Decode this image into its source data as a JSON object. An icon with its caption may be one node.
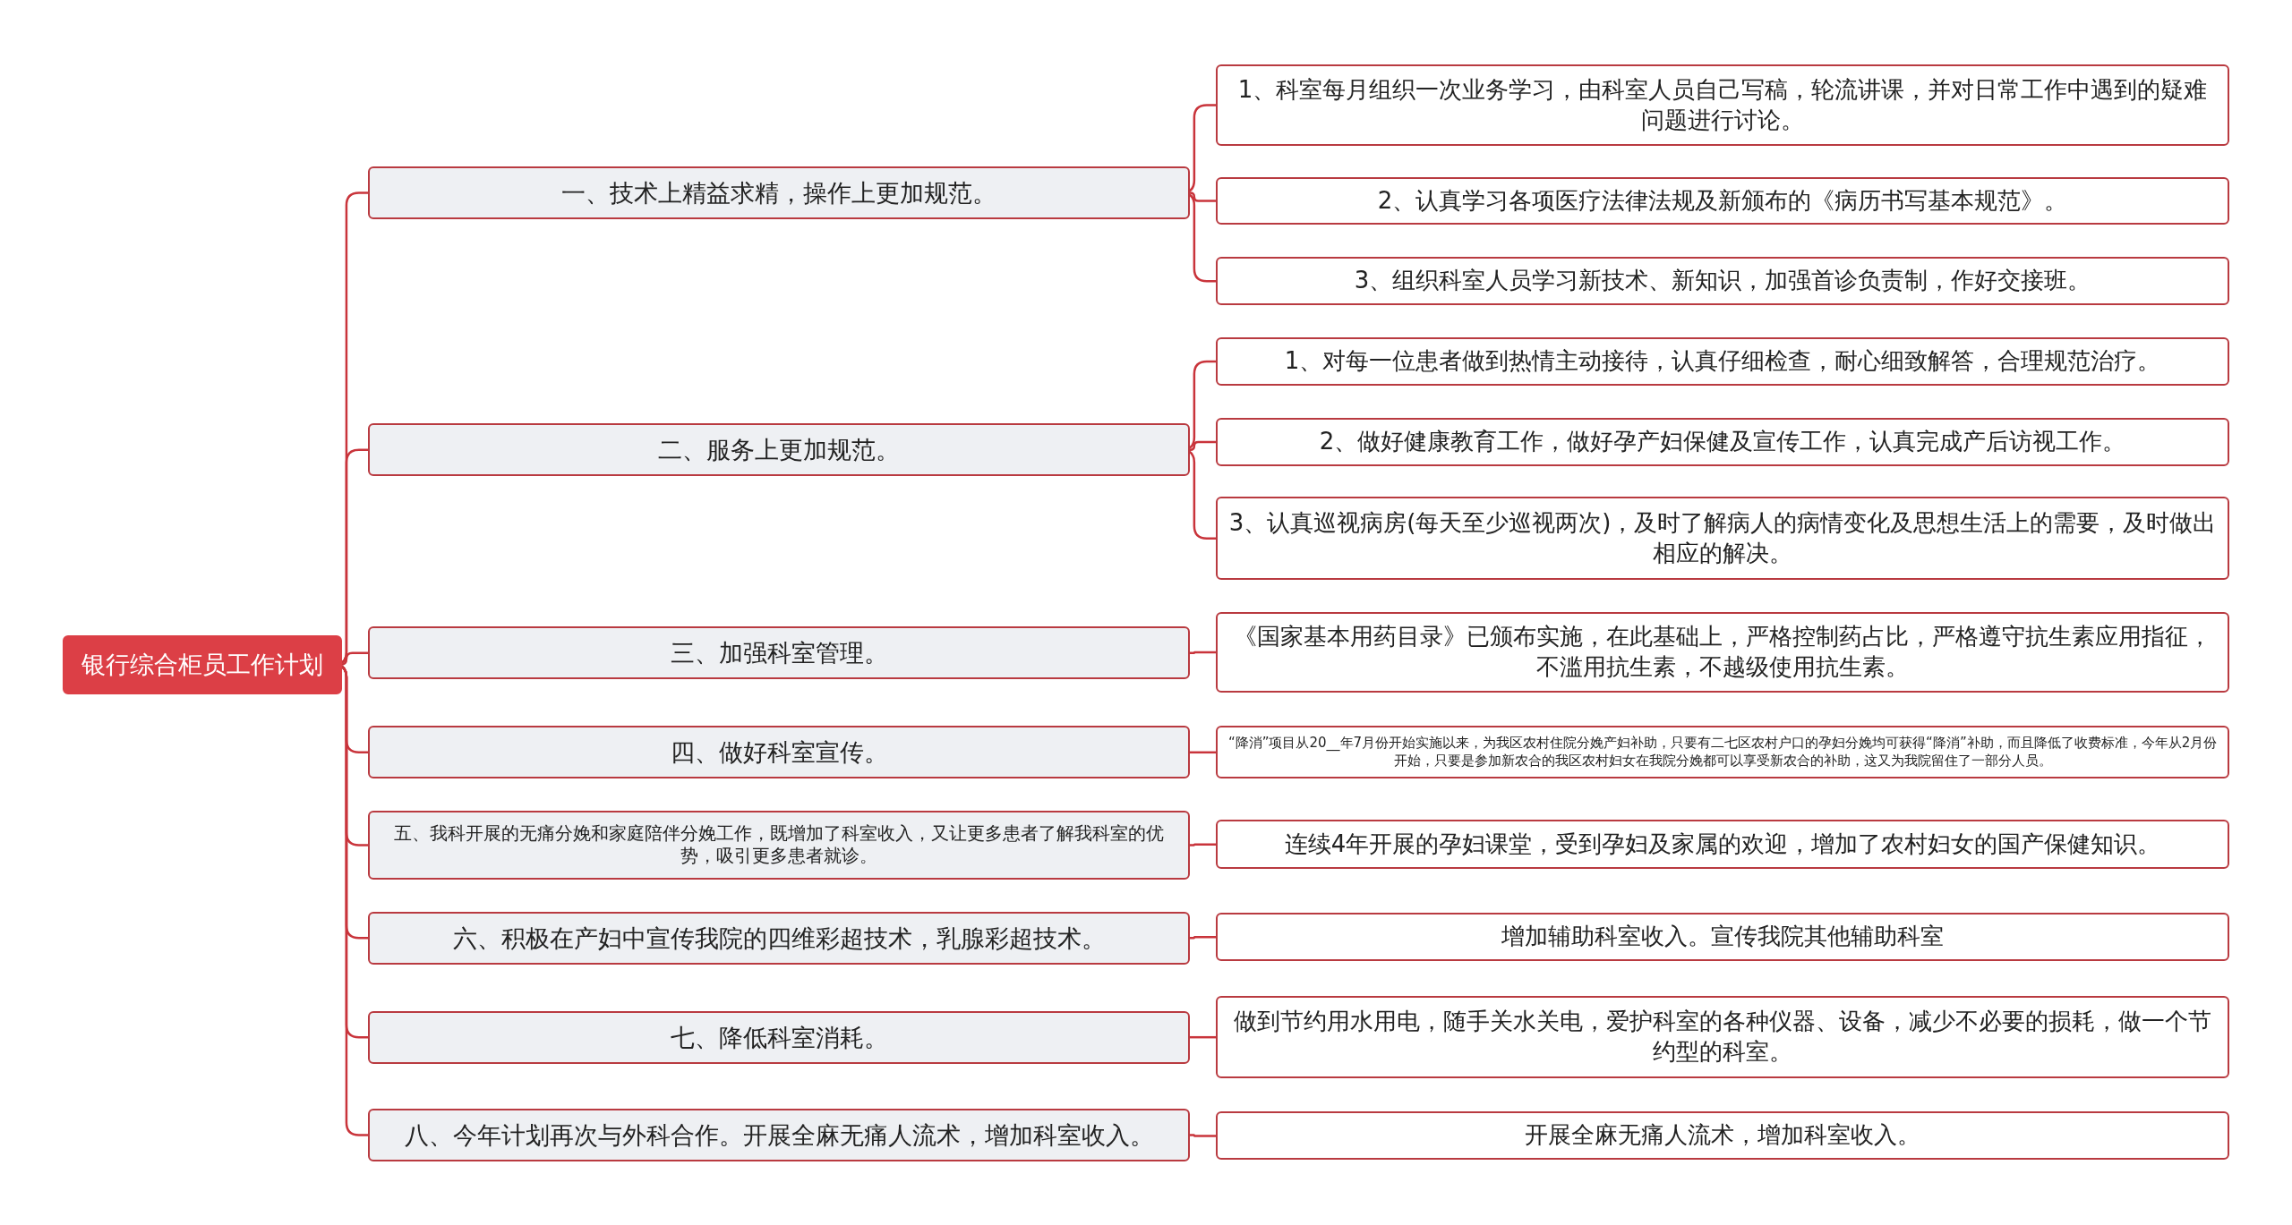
{
  "diagram": {
    "nodes": [
      {
        "text": [
          "银行综合柜员工作计划"
        ]
      },
      {
        "text": [
          "一、技术上精益求精，操作上更加规范。"
        ]
      },
      {
        "text": [
          "1、科室每月组织一次业务学习，由科室人员自己写稿，轮流讲课，并对日常工作中遇到的疑难问题进行讨论。"
        ]
      },
      {
        "text": [
          "2、认真学习各项医疗法律法规及新颁布的《病历书写基本规范》。"
        ]
      },
      {
        "text": [
          "3、组织科室人员学习新技术、新知识，加强首诊负责制，作好交接班。"
        ]
      },
      {
        "text": [
          "二、服务上更加规范。"
        ]
      },
      {
        "text": [
          "1、对每一位患者做到热情主动接待，认真仔细检查，耐心细致解答，合理规范治疗。"
        ]
      },
      {
        "text": [
          "2、做好健康教育工作，做好孕产妇保健及宣传工作，认真完成产后访视工作。"
        ]
      },
      {
        "text": [
          "3、认真巡视病房(每天至少巡视两次)，及时了解病人的病情变化及思想生活上的需要，及时做出相应的解决。"
        ]
      },
      {
        "text": [
          "三、加强科室管理。"
        ]
      },
      {
        "text": [
          "《国家基本用药目录》已颁布实施，在此基础上，严格控制药占比，严格遵守抗生素应用指征，不滥用抗生素，不越级使用抗生素。"
        ]
      },
      {
        "text": [
          "四、做好科室宣传。"
        ]
      },
      {
        "text": [
          "“降消”项目从20__年7月份开始实施以来，为我区农村住院分娩产妇补助，只要有二七区农村户口的孕妇分娩均可获得“降消”补助，而且降低了收费标准，今年从2月份开始，只要是参加新农合的我区农村妇女在我院分娩都可以享受新农合的补助，这又为我院留住了一部分人员。"
        ]
      },
      {
        "text": [
          "五、我科开展的无痛分娩和家庭陪伴分娩工作，既增加了科室收入，又让更多患者了解我科室的优势，吸引更多患者就诊。"
        ]
      },
      {
        "text": [
          "连续4年开展的孕妇课堂，受到孕妇及家属的欢迎，增加了农村妇女的国产保健知识。"
        ]
      },
      {
        "text": [
          "六、积极在产妇中宣传我院的四维彩超技术，乳腺彩超技术。"
        ]
      },
      {
        "text": [
          "增加辅助科室收入。宣传我院其他辅助科室"
        ]
      },
      {
        "text": [
          "七、降低科室消耗。"
        ]
      },
      {
        "text": [
          "做到节约用水用电，随手关水关电，爱护科室的各种仪器、设备，减少不必要的损耗，做一个节约型的科室。"
        ]
      },
      {
        "text": [
          "八、今年计划再次与外科合作。开展全麻无痛人流术，增加科室收入。"
        ]
      },
      {
        "text": [
          "开展全麻无痛人流术，增加科室收入。"
        ]
      }
    ],
    "edges": [
      {
        "from": 0,
        "to": 1,
        "arrow": "none"
      },
      {
        "from": 0,
        "to": 5,
        "arrow": "none"
      },
      {
        "from": 0,
        "to": 9,
        "arrow": "none"
      },
      {
        "from": 0,
        "to": 11,
        "arrow": "none"
      },
      {
        "from": 0,
        "to": 13,
        "arrow": "none"
      },
      {
        "from": 0,
        "to": 15,
        "arrow": "none"
      },
      {
        "from": 0,
        "to": 17,
        "arrow": "none"
      },
      {
        "from": 0,
        "to": 19,
        "arrow": "none"
      },
      {
        "from": 1,
        "to": 2,
        "arrow": "none"
      },
      {
        "from": 1,
        "to": 3,
        "arrow": "none"
      },
      {
        "from": 1,
        "to": 4,
        "arrow": "none"
      },
      {
        "from": 5,
        "to": 6,
        "arrow": "none"
      },
      {
        "from": 5,
        "to": 7,
        "arrow": "none"
      },
      {
        "from": 5,
        "to": 8,
        "arrow": "none"
      },
      {
        "from": 9,
        "to": 10,
        "arrow": "none"
      },
      {
        "from": 11,
        "to": 12,
        "arrow": "none"
      },
      {
        "from": 13,
        "to": 14,
        "arrow": "none"
      },
      {
        "from": 15,
        "to": 16,
        "arrow": "none"
      },
      {
        "from": 17,
        "to": 18,
        "arrow": "none"
      },
      {
        "from": 19,
        "to": 20,
        "arrow": "none"
      }
    ]
  }
}
